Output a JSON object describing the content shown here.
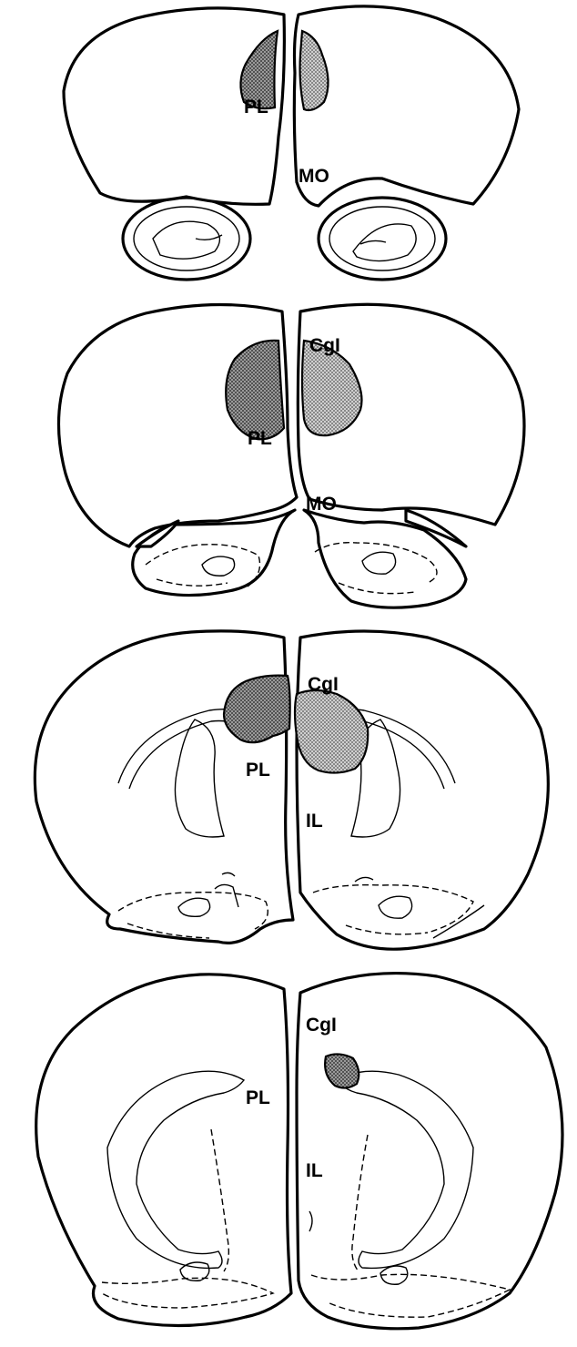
{
  "sections": [
    {
      "id": "section-1",
      "labels": {
        "pl": "PL",
        "mo": "MO"
      }
    },
    {
      "id": "section-2",
      "labels": {
        "cg": "CgI",
        "pl": "PL",
        "mo": "MO"
      }
    },
    {
      "id": "section-3",
      "labels": {
        "cg": "CgI",
        "pl": "PL",
        "il": "IL"
      }
    },
    {
      "id": "section-4",
      "labels": {
        "cg": "CgI",
        "pl": "PL",
        "il": "IL"
      }
    }
  ]
}
